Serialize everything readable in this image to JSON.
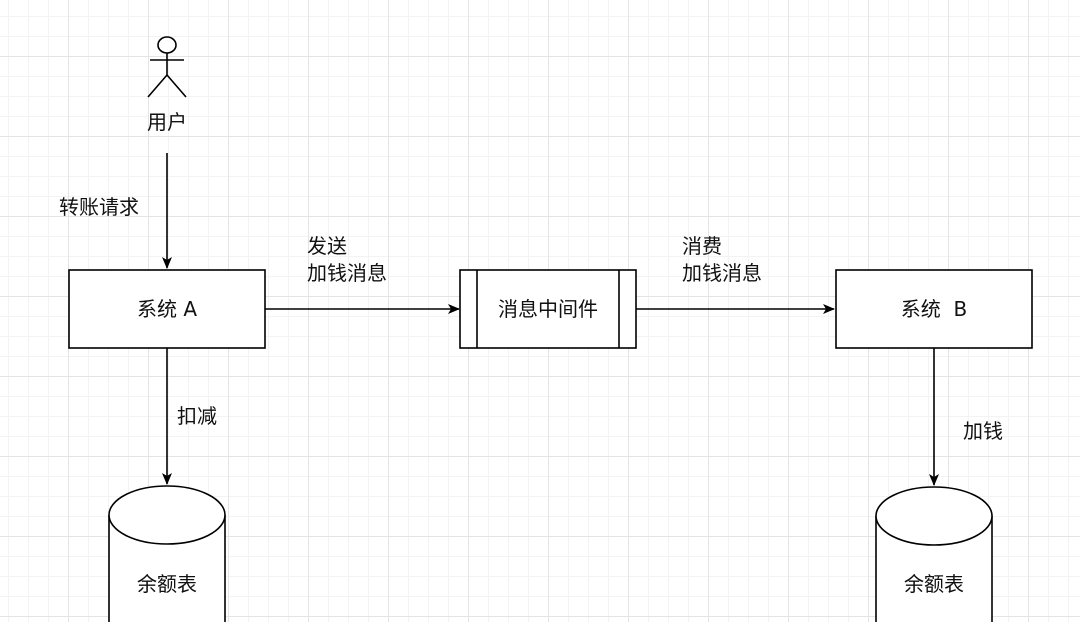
{
  "nodes": {
    "user": "用户",
    "system_a": "系统 A",
    "middleware": "消息中间件",
    "system_b": "系统  B",
    "db_a": "余额表",
    "db_b": "余额表"
  },
  "edges": {
    "transfer_request": "转账请求",
    "send_line1": "发送",
    "send_line2": "加钱消息",
    "consume_line1": "消费",
    "consume_line2": "加钱消息",
    "deduct": "扣减",
    "add_money": "加钱"
  }
}
